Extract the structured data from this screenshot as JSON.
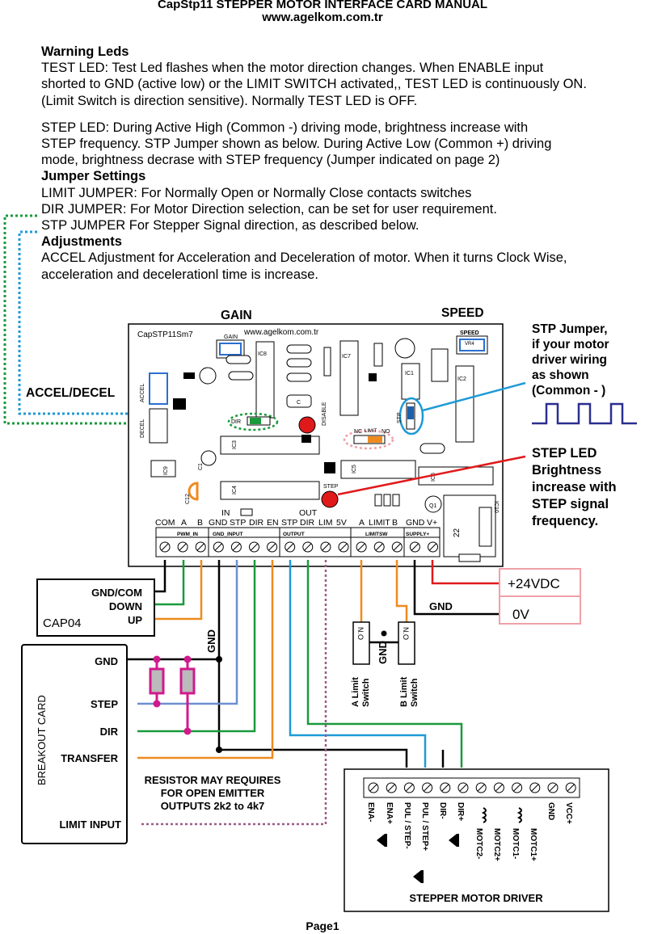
{
  "header": {
    "title": "CapStp11 STEPPER MOTOR INTERFACE CARD MANUAL",
    "url": "www.agelkom.com.tr"
  },
  "text": {
    "warning_title": "Warning Leds",
    "warning_lines": [
      "TEST LED: Test Led flashes when the motor direction changes. When ENABLE input",
      "shorted to GND (active low) or the LIMIT SWITCH activated,, TEST LED is continuously ON.",
      "(Limit Switch is direction sensitive). Normally TEST LED is OFF."
    ],
    "step_lines": [
      "STEP LED: During Active High (Common -) driving mode, brightness increase with",
      "STEP frequency. STP Jumper shown as below. During Active Low (Common +) driving",
      "mode, brightness decrase with STEP frequency  (Jumper indicated on page 2)"
    ],
    "jumper_title": "Jumper Settings",
    "jumper_lines": [
      "LIMIT JUMPER: For Normally Open or Normally Close contacts switches",
      "DIR JUMPER: For Motor Direction selection, can be set for user requirement.",
      "STP JUMPER For Stepper Signal direction, as described below."
    ],
    "adjust_title": "Adjustments",
    "adjust_lines": [
      "ACCEL Adjustment for Acceleration and Deceleration of motor. When it turns Clock Wise,",
      "acceleration  and decelerationl time is increase."
    ]
  },
  "labels": {
    "gain": "GAIN",
    "speed": "SPEED",
    "accel_decel": "ACCEL/DECEL",
    "stp_jumper": [
      "STP Jumper,",
      "if your motor",
      "driver wiring",
      "as shown",
      "(Common - )"
    ],
    "step_led": [
      "STEP LED",
      "Brightness",
      "increase with",
      "STEP signal",
      "frequency."
    ]
  },
  "board": {
    "model": "CapSTP11Sm7",
    "url": "www.agelkom.com.tr",
    "pot_labels": [
      "GAIN",
      "SPEED",
      "VR4",
      "ACCEL",
      "DECEL"
    ],
    "chips": [
      "IC8",
      "IC7",
      "IC1",
      "IC2",
      "IC3",
      "IC4",
      "IC5",
      "IC6",
      "IC9",
      "IC10"
    ],
    "parts": [
      "C",
      "C12",
      "C1",
      "Q1",
      "22",
      "DISABLE"
    ],
    "jumpers": {
      "dir": "DIR",
      "stp": "STP",
      "limit": "LIMIT",
      "nc": "NC",
      "no": "NO"
    },
    "step_led_label": "STEP",
    "terminal_top_labels": [
      "COM",
      "A",
      "B",
      "GND",
      "STP",
      "DIR",
      "EN",
      "STP",
      "DIR",
      "LIM",
      "5V",
      "A",
      "LIMIT",
      "B",
      "GND",
      "V+"
    ],
    "in_label": "IN",
    "out_label": "OUT",
    "block_labels": [
      "PWM_IN",
      "GND_INPUT",
      "OUTPUT",
      "LIMITSW",
      "SUPPLY+"
    ]
  },
  "supply": {
    "v24": "+24VDC",
    "v0": "0V",
    "gnd": "GND"
  },
  "cap04": {
    "name": "CAP04",
    "pins": [
      "GND/COM",
      "DOWN",
      "UP"
    ]
  },
  "limit_switches": {
    "a": [
      "A Limit",
      "Switch"
    ],
    "b": [
      "B Limit",
      "Switch"
    ],
    "contacts": "N.O",
    "gnd": "GND"
  },
  "breakout": {
    "title": "BREAKOUT CARD",
    "pins": [
      "GND",
      "STEP",
      "DIR",
      "TRANSFER",
      "LIMIT INPUT"
    ],
    "gnd_wire": "GND"
  },
  "resistor_note": [
    "RESISTOR MAY REQUIRES",
    "FOR OPEN EMITTER",
    "OUTPUTS 2k2 to 4k7"
  ],
  "driver": {
    "title": "STEPPER MOTOR DRIVER",
    "pins": [
      "ENA-",
      "ENA+",
      "PUL / STEP-",
      "PUL / STEP+",
      "DIR-",
      "DIR+",
      "MOTC2-",
      "MOTC2+",
      "MOTC1-",
      "MOTC1+",
      "GND",
      "VCC+"
    ]
  },
  "footer": {
    "page": "Page1"
  },
  "colors": {
    "green": "#1a9a3c",
    "orange": "#ef8a1f",
    "blue_wire": "#6c8fcf",
    "cyan": "#1e9ad6",
    "purple_dotted": "#9a5b8b",
    "red": "#e0191b",
    "magenta": "#d01a8c",
    "pink_box": "#f0a0a8",
    "dark_blue_pulse": "#2a2f8f"
  }
}
